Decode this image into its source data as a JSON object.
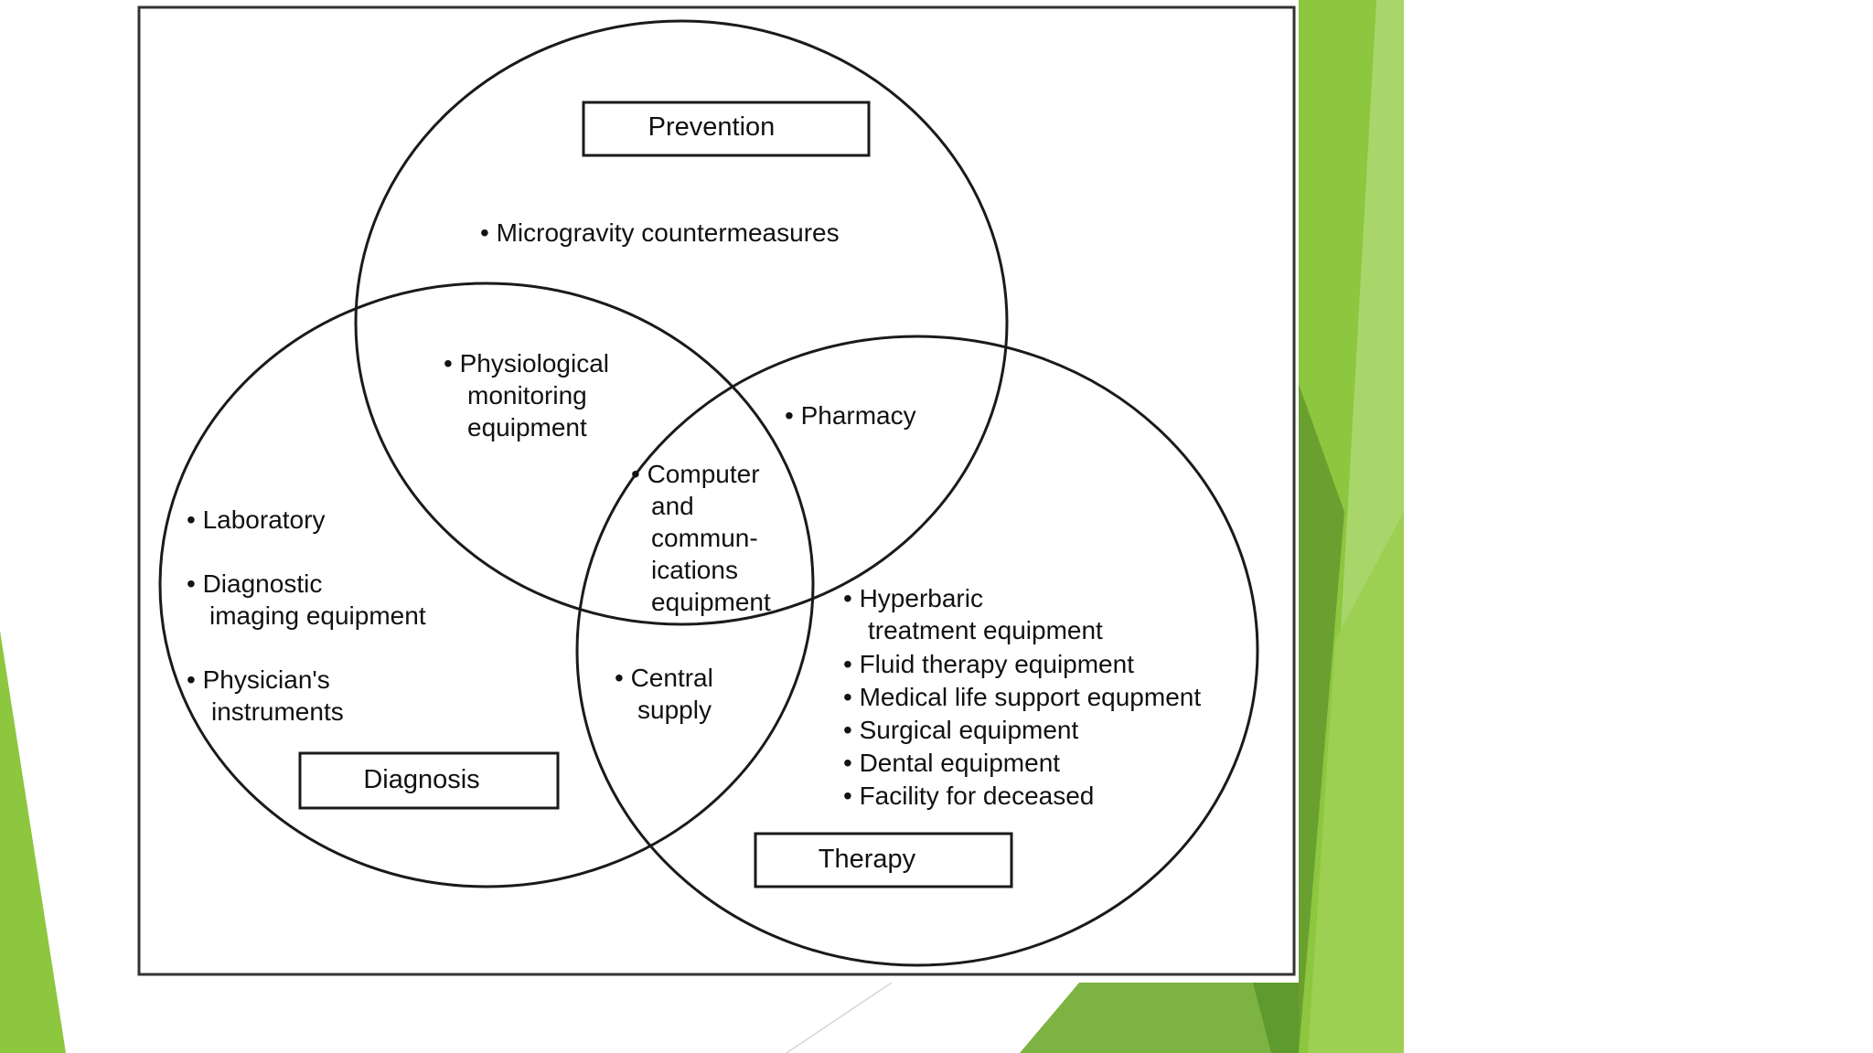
{
  "colors": {
    "accent_green": "#8dc63f",
    "accent_green_dark": "#6aa030",
    "accent_green_light": "#a8d66a",
    "line": "#1a1a1a"
  },
  "diagram": {
    "sets": {
      "prevention": {
        "label": "Prevention"
      },
      "diagnosis": {
        "label": "Diagnosis"
      },
      "therapy": {
        "label": "Therapy"
      }
    },
    "items": {
      "prevention_only": [
        [
          "• Microgravity countermeasures"
        ]
      ],
      "prevention_diagnosis": [
        [
          "• Physiological",
          "monitoring",
          "equipment"
        ]
      ],
      "prevention_therapy": [
        [
          "• Pharmacy"
        ]
      ],
      "all_three": [
        [
          "• Computer",
          "and",
          "commun-",
          "ications",
          "equipment"
        ]
      ],
      "diagnosis_only": [
        [
          "• Laboratory"
        ],
        [
          "• Diagnostic",
          "imaging equipment"
        ],
        [
          "• Physician's",
          "instruments"
        ]
      ],
      "diagnosis_therapy": [
        [
          "• Central",
          "supply"
        ]
      ],
      "therapy_only": [
        [
          "• Hyperbaric",
          "treatment equipment"
        ],
        [
          "• Fluid therapy equipment"
        ],
        [
          "• Medical life support equpment"
        ],
        [
          "• Surgical equipment"
        ],
        [
          "• Dental equipment"
        ],
        [
          "• Facility for deceased"
        ]
      ]
    }
  }
}
